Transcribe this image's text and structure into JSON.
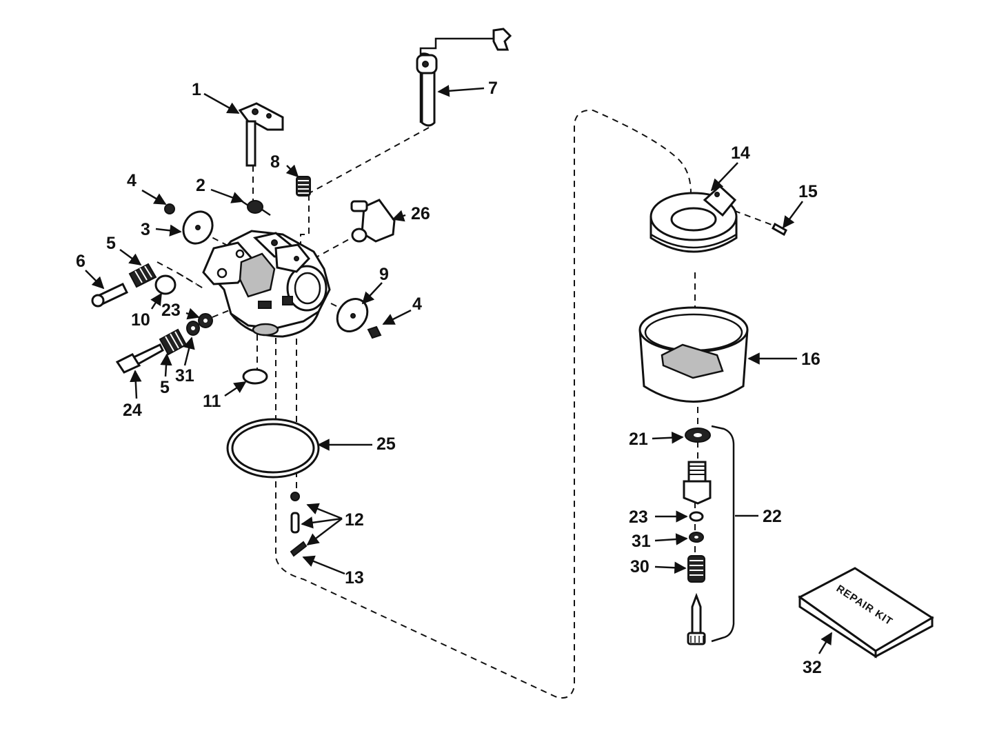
{
  "diagram": {
    "part_labels": {
      "p1": "1",
      "p2": "2",
      "p3": "3",
      "p4a": "4",
      "p4b": "4",
      "p5a": "5",
      "p5b": "5",
      "p6": "6",
      "p7": "7",
      "p8": "8",
      "p9": "9",
      "p10": "10",
      "p11": "11",
      "p12": "12",
      "p13": "13",
      "p14": "14",
      "p15": "15",
      "p16": "16",
      "p21": "21",
      "p22": "22",
      "p23a": "23",
      "p23b": "23",
      "p24": "24",
      "p25": "25",
      "p26": "26",
      "p30": "30",
      "p31a": "31",
      "p31b": "31",
      "p32": "32"
    },
    "repair_kit_text": "REPAIR KIT"
  }
}
